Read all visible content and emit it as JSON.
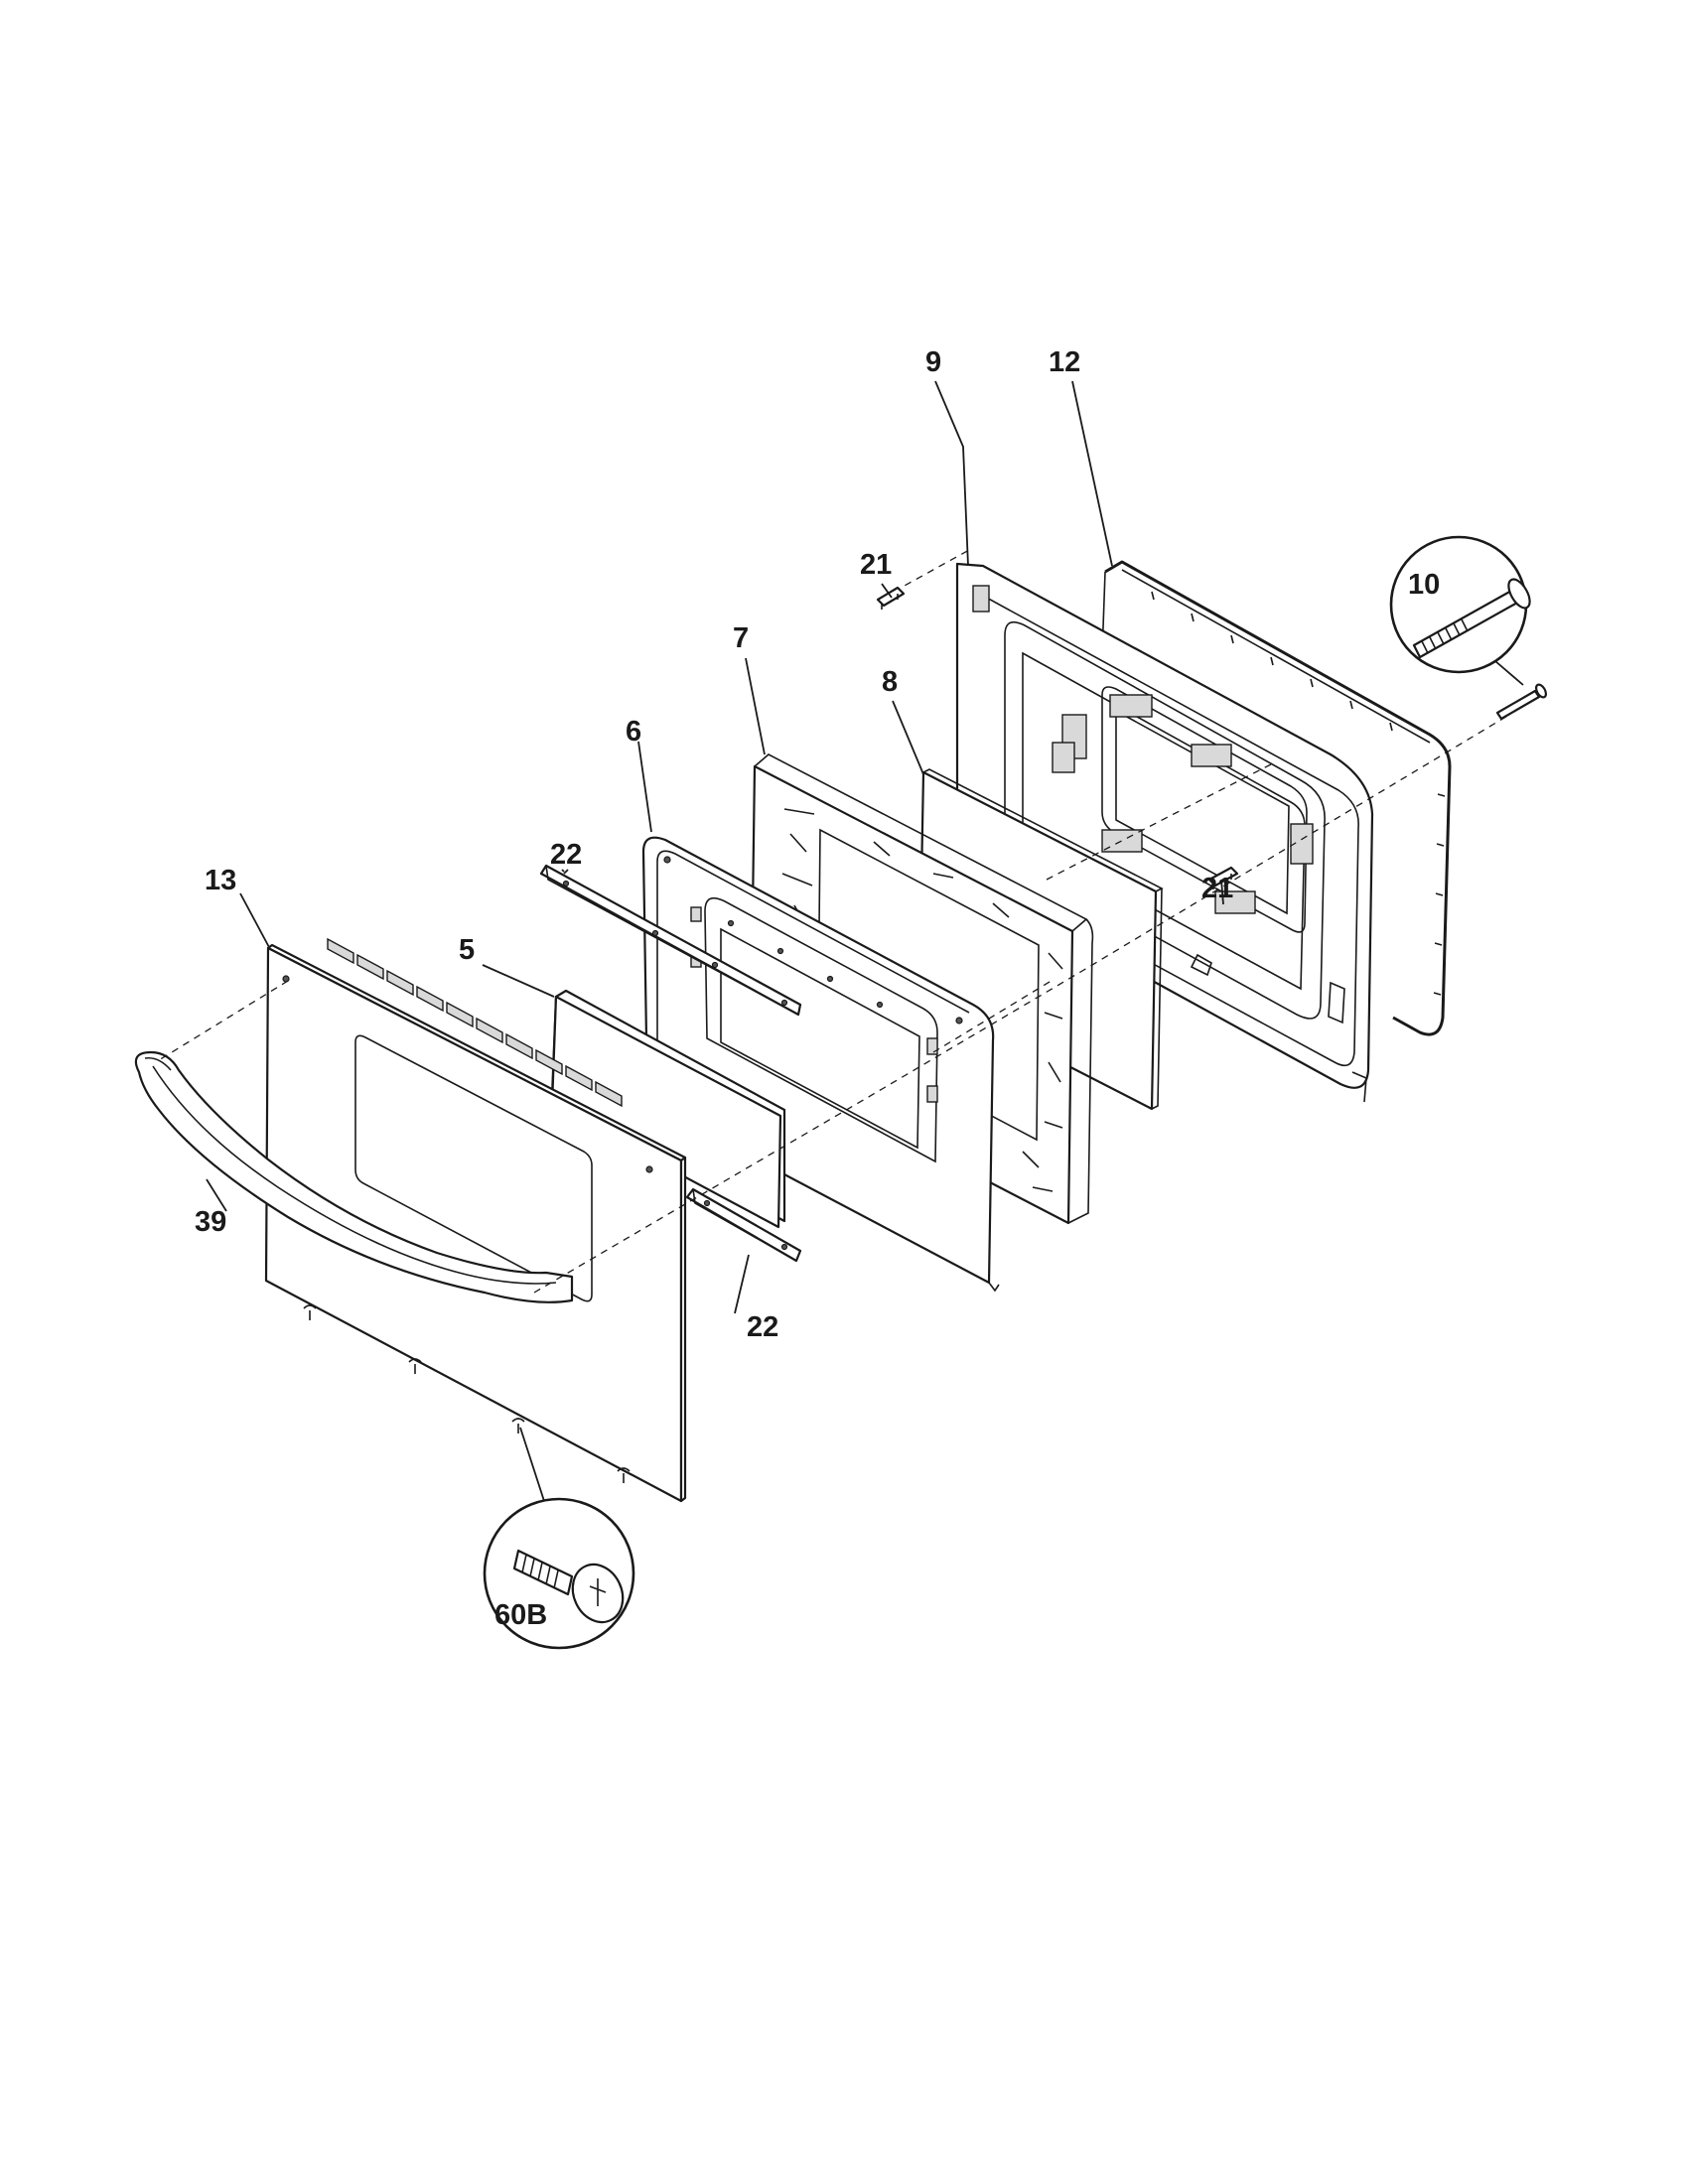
{
  "callouts": {
    "c9": "9",
    "c12": "12",
    "c21_top": "21",
    "c10": "10",
    "c7": "7",
    "c8": "8",
    "c6": "6",
    "c21_mid": "21",
    "c22_top": "22",
    "c13": "13",
    "c5": "5",
    "c39": "39",
    "c22_bottom": "22",
    "c60b": "60B"
  }
}
